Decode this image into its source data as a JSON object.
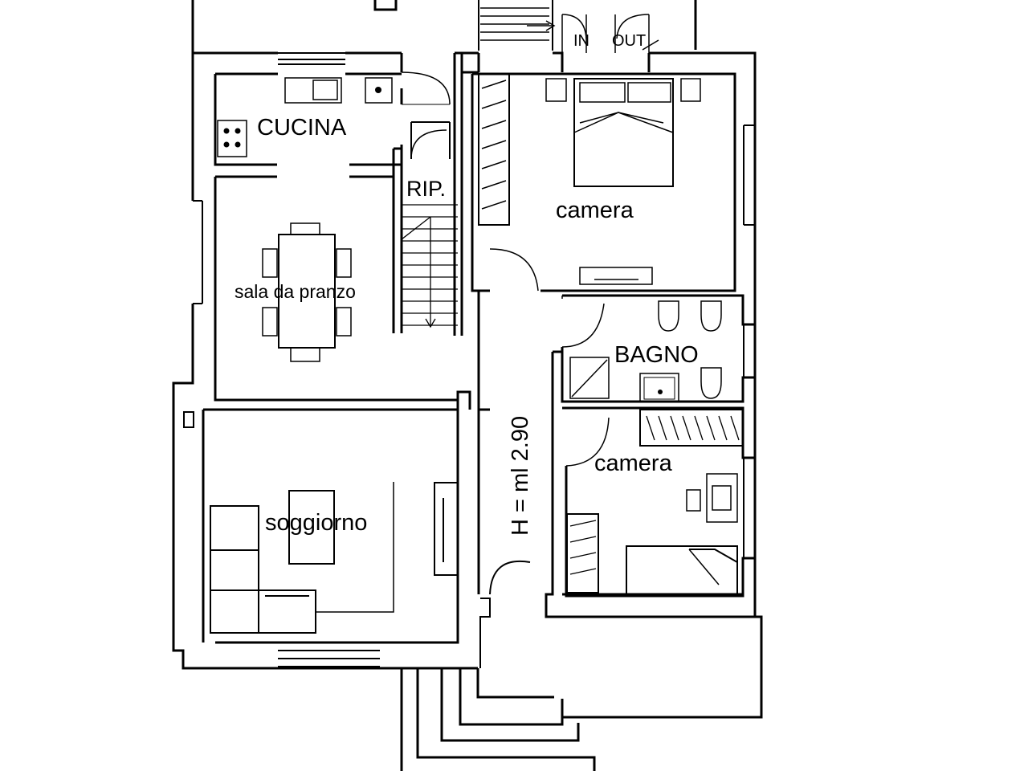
{
  "labels": {
    "cucina": "CUCINA",
    "ripostiglio": "RIP.",
    "camera_matrimoniale": "camera",
    "sala_da_pranzo": "sala da pranzo",
    "bagno": "BAGNO",
    "camera_singola": "camera",
    "soggiorno": "soggiorno",
    "altezza": "H = ml 2.90",
    "ingresso_in": "IN",
    "ingresso_out": "OUT"
  },
  "colors": {
    "line": "#000000",
    "background": "#ffffff"
  }
}
